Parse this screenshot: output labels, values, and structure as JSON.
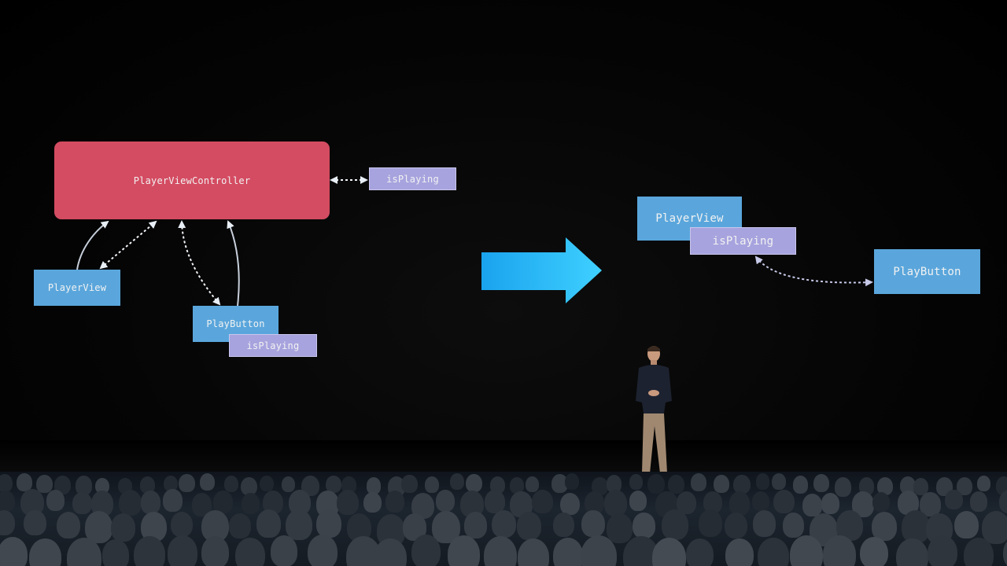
{
  "slide": {
    "before": {
      "controller": "PlayerViewController",
      "controller_state": "isPlaying",
      "player_view": "PlayerView",
      "play_button": "PlayButton",
      "play_button_state": "isPlaying"
    },
    "after": {
      "player_view": "PlayerView",
      "player_view_state": "isPlaying",
      "play_button": "PlayButton"
    },
    "arrow_icon": "right-arrow-icon"
  },
  "colors": {
    "controller": "#d44c62",
    "view": "#5aa6dc",
    "state": "#a7a3de",
    "arrow": "#2fb8f2",
    "link_line": "#d0d8e8"
  }
}
